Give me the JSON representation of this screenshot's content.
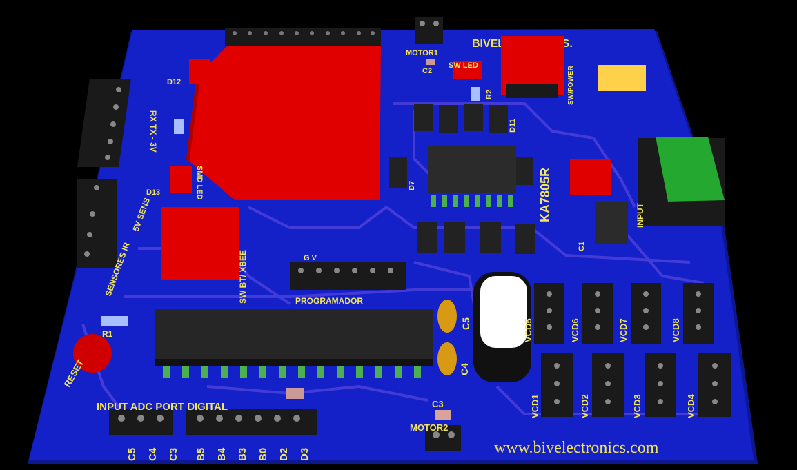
{
  "board": {
    "brand": "BIVELECTRONICS.",
    "website": "www.bivelectronics.com",
    "colors": {
      "pcb": "#1420c8",
      "trace": "#4a3ed8",
      "silk": "#f2e65a",
      "part_red": "#e00000",
      "chip": "#2b2b2b",
      "header": "#1a1a1a",
      "gold": "#d79a12"
    }
  },
  "labels": {
    "motor1": "MOTOR1",
    "c2": "C2",
    "swled": "SW LED",
    "r2": "R2",
    "swpower": "SW/POWER",
    "d12": "D12",
    "rxtx": "RX TX - 3V",
    "smd_led": "SMD LED",
    "d13": "D13",
    "sensores": "SENSORES IR",
    "sens5v": "5V SENS",
    "swbt": "SW BT/ XBEE",
    "d11": "D11",
    "d7": "D7",
    "regulator": "KA7805R",
    "input": "INPUT",
    "c1": "C1",
    "programador": "PROGRAMADOR",
    "prog_pins": "G  V",
    "c5": "C5",
    "c4": "C4",
    "c3": "C3",
    "r1": "R1",
    "reset": "RESET",
    "input_port": "INPUT ADC PORT DIGITAL",
    "motor2": "MOTOR2",
    "vcd5": "VCD5",
    "vcd6": "VCD6",
    "vcd7": "VCD7",
    "vcd8": "VCD8",
    "vcd1": "VCD1",
    "vcd2": "VCD2",
    "vcd3": "VCD3",
    "vcd4": "VCD4",
    "pins": [
      "C5",
      "C4",
      "C3",
      "B5",
      "B4",
      "B3",
      "B0",
      "D2",
      "D3"
    ]
  }
}
